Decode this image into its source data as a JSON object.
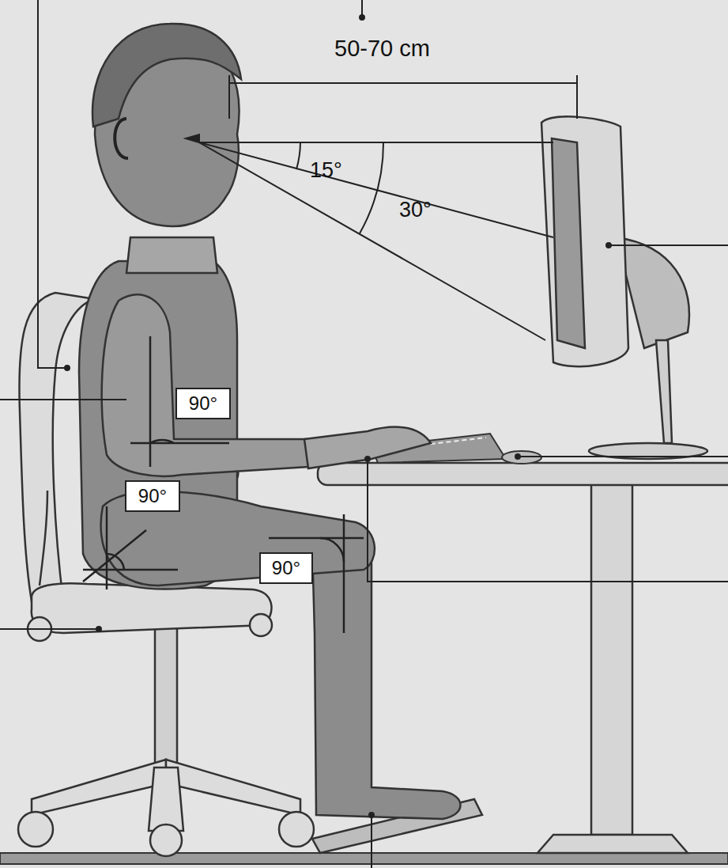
{
  "diagram": {
    "nodes": [
      {
        "text": [
          "90°"
        ]
      },
      {
        "text": [
          "90°"
        ]
      },
      {
        "text": [
          "90°"
        ]
      }
    ],
    "labels": [
      "50-70 cm",
      "15°",
      "30°"
    ]
  }
}
